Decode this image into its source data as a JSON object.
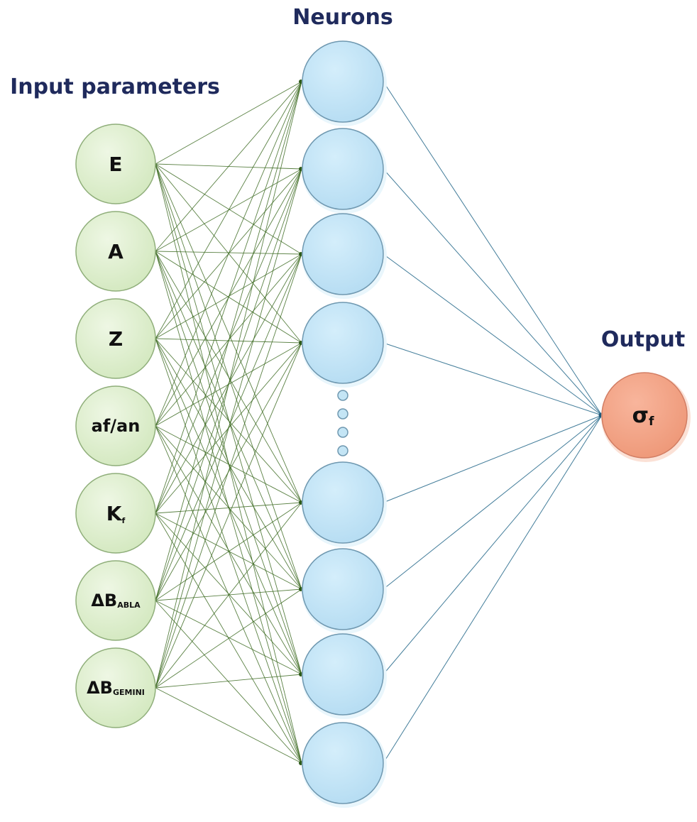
{
  "headings": {
    "input": "Input parameters",
    "hidden": "Neurons",
    "output": "Output"
  },
  "inputs": [
    {
      "main": "E",
      "sub": ""
    },
    {
      "main": "A",
      "sub": ""
    },
    {
      "main": "Z",
      "sub": ""
    },
    {
      "main": "af/an",
      "sub": ""
    },
    {
      "main": "K",
      "sub": "f"
    },
    {
      "main": "ΔB",
      "sub": "ABLA"
    },
    {
      "main": "ΔB",
      "sub": "GEMINI"
    }
  ],
  "output_node": {
    "main": "σ",
    "sub": "f"
  },
  "hidden_neurons_drawn": 8,
  "colors": {
    "input_fill": "#dcedc8",
    "input_stroke": "#8fae7a",
    "hidden_fill": "#bfe3f6",
    "hidden_stroke": "#6f98b0",
    "output_fill": "#f4a488",
    "output_stroke": "#d27e64",
    "input_edge": "#3d6b22",
    "output_edge": "#2f6f8f",
    "heading": "#1f2a5c"
  }
}
